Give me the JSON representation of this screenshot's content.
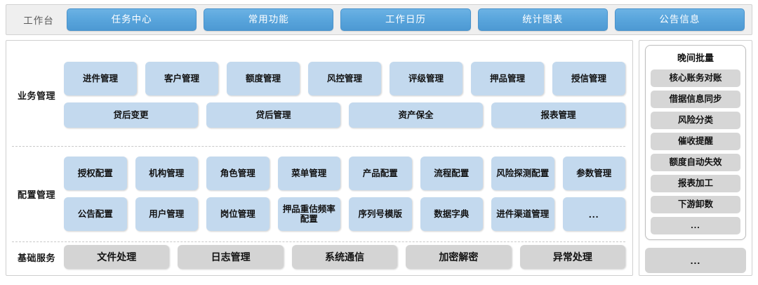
{
  "topbar": {
    "title": "工作台",
    "tabs": [
      {
        "label": "任务中心"
      },
      {
        "label": "常用功能"
      },
      {
        "label": "工作日历"
      },
      {
        "label": "统计图表"
      },
      {
        "label": "公告信息"
      }
    ]
  },
  "bands": {
    "business": {
      "label": "业务管理",
      "row1": [
        {
          "label": "进件管理"
        },
        {
          "label": "客户管理"
        },
        {
          "label": "额度管理"
        },
        {
          "label": "风控管理"
        },
        {
          "label": "评级管理"
        },
        {
          "label": "押品管理"
        },
        {
          "label": "授信管理"
        }
      ],
      "row2": [
        {
          "label": "贷后变更"
        },
        {
          "label": "贷后管理"
        },
        {
          "label": "资产保全"
        },
        {
          "label": "报表管理"
        }
      ]
    },
    "config": {
      "label": "配置管理",
      "row1": [
        {
          "label": "授权配置"
        },
        {
          "label": "机构管理"
        },
        {
          "label": "角色管理"
        },
        {
          "label": "菜单管理"
        },
        {
          "label": "产品配置"
        },
        {
          "label": "流程配置"
        },
        {
          "label": "风险探测配置"
        },
        {
          "label": "参数管理"
        }
      ],
      "row2": [
        {
          "label": "公告配置"
        },
        {
          "label": "用户管理"
        },
        {
          "label": "岗位管理"
        },
        {
          "label": "押品重估频率配置"
        },
        {
          "label": "序列号模版"
        },
        {
          "label": "数据字典"
        },
        {
          "label": "进件渠道管理"
        },
        {
          "label": "..."
        }
      ]
    },
    "base": {
      "label": "基础服务",
      "row1": [
        {
          "label": "文件处理"
        },
        {
          "label": "日志管理"
        },
        {
          "label": "系统通信"
        },
        {
          "label": "加密解密"
        },
        {
          "label": "异常处理"
        }
      ]
    }
  },
  "sidebar": {
    "batch": {
      "title": "晚间批量",
      "items": [
        {
          "label": "核心账务对账"
        },
        {
          "label": "借据信息同步"
        },
        {
          "label": "风险分类"
        },
        {
          "label": "催收提醒"
        },
        {
          "label": "额度自动失效"
        },
        {
          "label": "报表加工"
        },
        {
          "label": "下游卸数"
        },
        {
          "label": "..."
        }
      ]
    },
    "more_label": "..."
  },
  "colors": {
    "accent_blue": "#5aa6dd",
    "card_blue": "#c3d9ee",
    "card_grey": "#d4d4d4",
    "topbar_bg": "#efefef"
  }
}
